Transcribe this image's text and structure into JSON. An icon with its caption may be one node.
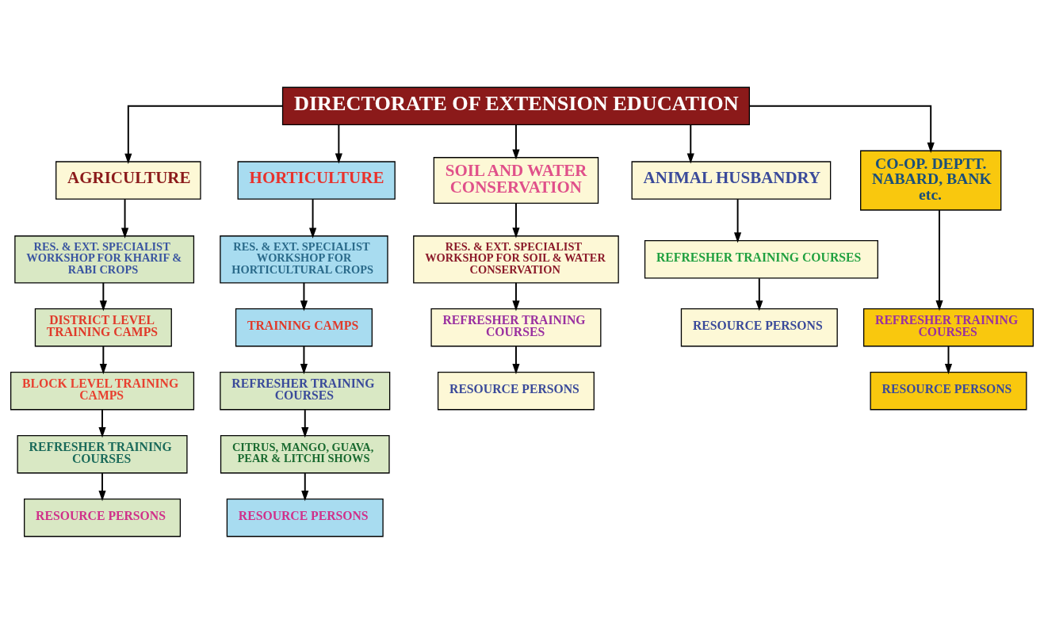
{
  "diagram": {
    "nodes": [
      {
        "text": [
          "DIRECTORATE OF EXTENSION EDUCATION"
        ]
      },
      {
        "text": [
          "AGRICULTURE"
        ]
      },
      {
        "text": [
          "HORTICULTURE"
        ]
      },
      {
        "text": [
          "SOIL AND WATER CONSERVATION"
        ]
      },
      {
        "text": [
          "ANIMAL HUSBANDRY"
        ]
      },
      {
        "text": [
          "CO-OP. DEPTT. NABARD, BANK etc."
        ]
      },
      {
        "text": [
          "RES. & EXT. SPECIALIST WORKSHOP FOR KHARIF & RABI CROPS"
        ]
      },
      {
        "text": [
          "RES. & EXT. SPECIALIST WORKSHOP FOR HORTICULTURAL CROPS"
        ]
      },
      {
        "text": [
          "RES. & EXT. SPECIALIST WORKSHOP FOR SOIL & WATER CONSERVATION"
        ]
      },
      {
        "text": [
          "REFRESHER TRAINING COURSES"
        ]
      },
      {
        "text": [
          "DISTRICT LEVEL TRAINING CAMPS"
        ]
      },
      {
        "text": [
          "TRAINING CAMPS"
        ]
      },
      {
        "text": [
          "REFRESHER TRAINING COURSES"
        ]
      },
      {
        "text": [
          "RESOURCE PERSONS"
        ]
      },
      {
        "text": [
          "REFRESHER TRAINING COURSES"
        ]
      },
      {
        "text": [
          "BLOCK LEVEL TRAINING CAMPS"
        ]
      },
      {
        "text": [
          "REFRESHER TRAINING COURSES"
        ]
      },
      {
        "text": [
          "RESOURCE PERSONS"
        ]
      },
      {
        "text": [
          "RESOURCE PERSONS"
        ]
      },
      {
        "text": [
          "REFRESHER TRAINING COURSES"
        ]
      },
      {
        "text": [
          "CITRUS, MANGO, GUAVA, PEAR & LITCHI SHOWS"
        ]
      },
      {
        "text": [
          "RESOURCE PERSONS"
        ]
      },
      {
        "text": [
          "RESOURCE PERSONS"
        ]
      }
    ],
    "edges": [
      {
        "from": 0,
        "to": 1,
        "arrow": "to"
      },
      {
        "from": 0,
        "to": 2,
        "arrow": "to"
      },
      {
        "from": 0,
        "to": 3,
        "arrow": "to"
      },
      {
        "from": 0,
        "to": 4,
        "arrow": "to"
      },
      {
        "from": 0,
        "to": 5,
        "arrow": "to"
      },
      {
        "from": 1,
        "to": 6,
        "arrow": "to"
      },
      {
        "from": 6,
        "to": 10,
        "arrow": "to"
      },
      {
        "from": 10,
        "to": 15,
        "arrow": "to"
      },
      {
        "from": 15,
        "to": 19,
        "arrow": "to"
      },
      {
        "from": 19,
        "to": 21,
        "arrow": "to"
      },
      {
        "from": 2,
        "to": 7,
        "arrow": "to"
      },
      {
        "from": 7,
        "to": 11,
        "arrow": "to"
      },
      {
        "from": 11,
        "to": 16,
        "arrow": "to"
      },
      {
        "from": 16,
        "to": 20,
        "arrow": "to"
      },
      {
        "from": 20,
        "to": 22,
        "arrow": "to"
      },
      {
        "from": 3,
        "to": 8,
        "arrow": "to"
      },
      {
        "from": 8,
        "to": 14,
        "arrow": "to"
      },
      {
        "from": 14,
        "to": 18,
        "arrow": "to"
      },
      {
        "from": 4,
        "to": 9,
        "arrow": "to"
      },
      {
        "from": 9,
        "to": 13,
        "arrow": "to"
      },
      {
        "from": 5,
        "to": 12,
        "arrow": "to"
      },
      {
        "from": 12,
        "to": 17,
        "arrow": "to"
      }
    ]
  }
}
